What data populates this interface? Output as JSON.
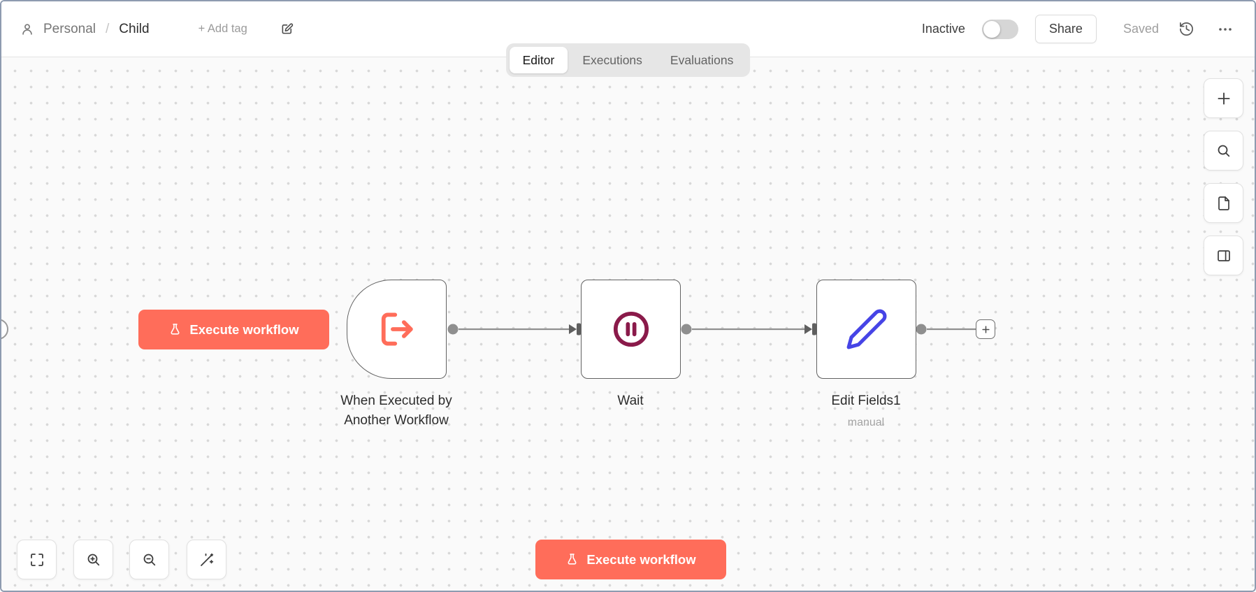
{
  "header": {
    "breadcrumb": {
      "project": "Personal",
      "separator": "/",
      "workflow_name": "Child"
    },
    "add_tag_label": "+ Add tag",
    "activation": {
      "label": "Inactive",
      "enabled": false
    },
    "share_label": "Share",
    "save_status": "Saved"
  },
  "tabs": {
    "items": [
      {
        "label": "Editor",
        "active": true
      },
      {
        "label": "Executions",
        "active": false
      },
      {
        "label": "Evaluations",
        "active": false
      }
    ]
  },
  "canvas": {
    "execute_button_label": "Execute workflow",
    "nodes": [
      {
        "name": "When Executed by Another Workflow",
        "type": "execute-workflow-trigger"
      },
      {
        "name": "Wait",
        "type": "wait"
      },
      {
        "name": "Edit Fields1",
        "subtitle": "manual",
        "type": "set"
      }
    ]
  },
  "footer": {
    "execute_button_label": "Execute workflow"
  },
  "icon_names": [
    "user-icon",
    "pencil-square-icon",
    "history-icon",
    "ellipsis-icon",
    "flask-icon",
    "log-out-icon",
    "pause-circle-icon",
    "pen-icon",
    "plus-icon",
    "search-icon",
    "sticky-note-icon",
    "panel-icon",
    "expand-icon",
    "zoom-in-icon",
    "zoom-out-icon",
    "tidy-up-icon"
  ],
  "colors": {
    "primary": "#ff6d5a",
    "wait_icon": "#8a1a4a",
    "set_icon": "#4644e6",
    "node_border": "#626262",
    "connection": "#8f8f8f",
    "canvas_bg": "#fafafa"
  }
}
